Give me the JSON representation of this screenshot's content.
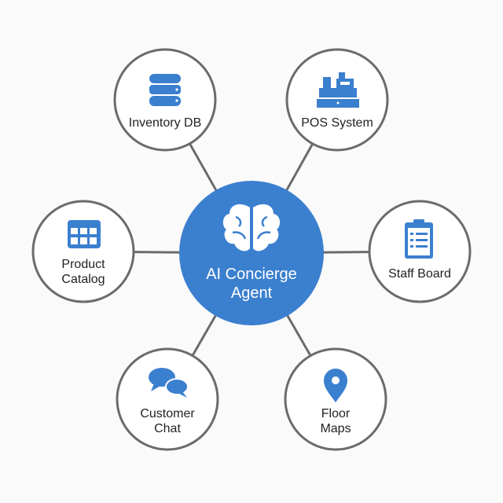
{
  "colors": {
    "accent": "#3b7fcf",
    "ring": "#6b6b6b",
    "line": "#6b6b6b",
    "background": "#fafafa"
  },
  "center": {
    "line1": "AI Concierge",
    "line2": "Agent",
    "icon": "brain-icon"
  },
  "nodes": [
    {
      "id": "inventory-db",
      "line1": "Inventory DB",
      "line2": "",
      "icon": "database-icon"
    },
    {
      "id": "pos-system",
      "line1": "POS System",
      "line2": "",
      "icon": "cash-register-icon"
    },
    {
      "id": "product-catalog",
      "line1": "Product",
      "line2": "Catalog",
      "icon": "grid-icon"
    },
    {
      "id": "staff-board",
      "line1": "Staff Board",
      "line2": "",
      "icon": "clipboard-icon"
    },
    {
      "id": "customer-chat",
      "line1": "Customer",
      "line2": "Chat",
      "icon": "chat-bubbles-icon"
    },
    {
      "id": "floor-maps",
      "line1": "Floor",
      "line2": "Maps",
      "icon": "map-pin-icon"
    }
  ]
}
